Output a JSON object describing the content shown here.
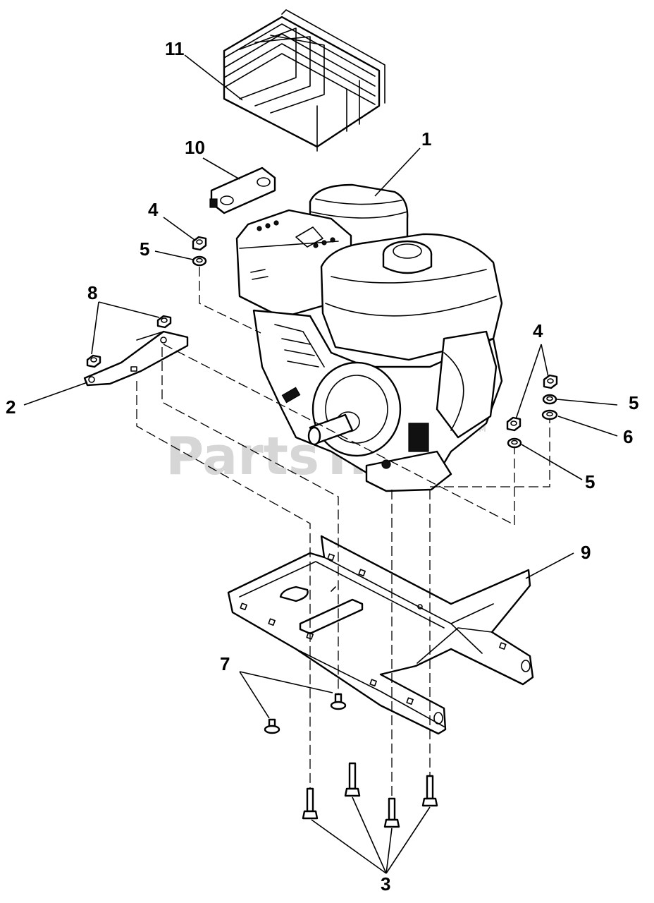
{
  "diagram": {
    "watermark": "PartsTree",
    "watermark_tm": "TM",
    "callouts": {
      "c1": "1",
      "c2": "2",
      "c3": "3",
      "c4a": "4",
      "c4b": "4",
      "c5a": "5",
      "c5b": "5",
      "c5c": "5",
      "c6": "6",
      "c7": "7",
      "c8": "8",
      "c9": "9",
      "c10": "10",
      "c11": "11"
    }
  }
}
